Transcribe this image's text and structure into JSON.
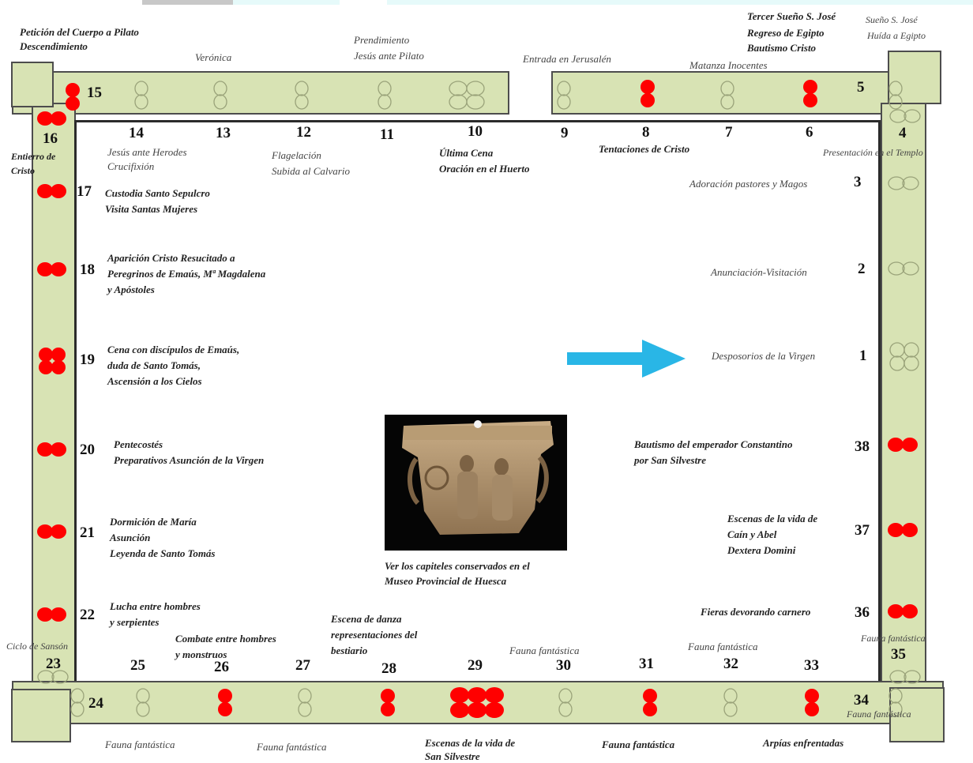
{
  "colors": {
    "band": "#d8e3b4",
    "capital_present": "#ff0000",
    "capital_missing": "#9aa37a",
    "arrow": "#29b6e6",
    "top_strip": "#dff7f7"
  },
  "numbers": {
    "n1": "1",
    "n2": "2",
    "n3": "3",
    "n4": "4",
    "n5": "5",
    "n6": "6",
    "n7": "7",
    "n8": "8",
    "n9": "9",
    "n10": "10",
    "n11": "11",
    "n12": "12",
    "n13": "13",
    "n14": "14",
    "n15": "15",
    "n16": "16",
    "n17": "17",
    "n18": "18",
    "n19": "19",
    "n20": "20",
    "n21": "21",
    "n22": "22",
    "n23": "23",
    "n24": "24",
    "n25": "25",
    "n26": "26",
    "n27": "27",
    "n28": "28",
    "n29": "29",
    "n30": "30",
    "n31": "31",
    "n32": "32",
    "n33": "33",
    "n34": "34",
    "n35": "35",
    "n36": "36",
    "n37": "37",
    "n38": "38"
  },
  "labels": {
    "peticion": "Petición del Cuerpo a Pilato",
    "descendimiento": "Descendimiento",
    "veronica": "Verónica",
    "prendimiento": "Prendimiento",
    "jesus_pilato": "Jesús ante Pilato",
    "entrada": "Entrada en Jerusalén",
    "tercer_sueno": "Tercer Sueño S. José",
    "regreso": "Regreso de Egipto",
    "bautismo_cristo": "Bautismo Cristo",
    "matanza": "Matanza Inocentes",
    "sueno_jose": "Sueño S. José",
    "huida": "Huída a Egipto",
    "entierro1": "Entierro de",
    "entierro2": "Cristo",
    "l14a": "Jesús ante Herodes",
    "l14b": "Crucifixión",
    "l12a": "Flagelación",
    "l12b": "Subida al Calvario",
    "l10a": "Última Cena",
    "l10b": "Oración en el Huerto",
    "l8": "Tentaciones de Cristo",
    "l4": "Presentación en el Templo",
    "l17a": "Custodia Santo Sepulcro",
    "l17b": "Visita Santas Mujeres",
    "l3": "Adoración pastores y Magos",
    "l18a": "Aparición Cristo Resucitado a",
    "l18b": "Peregrinos de Emaús, Mª Magdalena",
    "l18c": "y Apóstoles",
    "l2": "Anunciación-Visitación",
    "l19a": "Cena con discípulos de Emaús,",
    "l19b": "duda de Santo Tomás,",
    "l19c": "Ascensión a los Cielos",
    "l1": "Desposorios de la Virgen",
    "l20a": "Pentecostés",
    "l20b": "Preparativos Asunción de la Virgen",
    "l38a": "Bautismo del emperador Constantino",
    "l38b": "por San Silvestre",
    "l21a": "Dormición de María",
    "l21b": "Asunción",
    "l21c": "Leyenda de Santo Tomás",
    "l37a": "Escenas de la vida de",
    "l37b": "Caín y Abel",
    "l37c": "Dextera Domini",
    "museo1": "Ver los capiteles conservados en el",
    "museo2": "Museo Provincial de Huesca",
    "l22a": "Lucha entre hombres",
    "l22b": "y serpientes",
    "l36": "Fieras devorando carnero",
    "l23": "Ciclo de Sansón",
    "l26a": "Combate entre hombres",
    "l26b": "y monstruos",
    "l28a": "Escena de danza",
    "l28b": "representaciones del",
    "l28c": "bestiario",
    "l30": "Fauna fantástica",
    "l32": "Fauna fantástica",
    "l35": "Fauna fantástica",
    "l34": "Fauna fantástica",
    "b24": "Fauna fantástica",
    "b26": "Fauna fantástica",
    "b29a": "Escenas de la vida de",
    "b29b": "San Silvestre",
    "b31": "Fauna fantástica",
    "b33": "Arpías enfrentadas"
  }
}
